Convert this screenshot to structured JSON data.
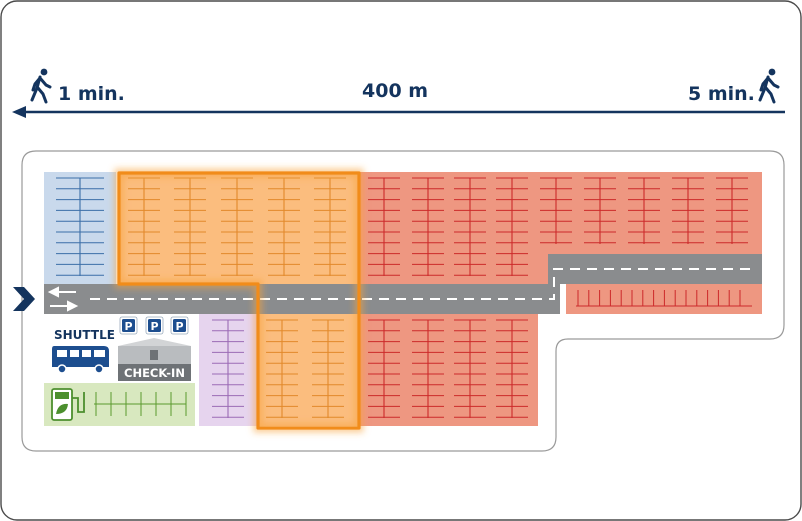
{
  "walking": {
    "left_time": "1 min.",
    "distance": "400 m",
    "right_time": "5 min."
  },
  "facilities": {
    "shuttle_label": "SHUTTLE",
    "checkin_label": "CHECK-IN",
    "parking_sign": "P",
    "parking_sign_count": 3
  },
  "colors": {
    "arrow": "#14345e",
    "road": "#8a8c8e",
    "zone_blue": "#c9d9ec",
    "zone_orange": "#fbbd7e",
    "zone_orange_highlight": "#f18c1a",
    "zone_red": "#ee9781",
    "zone_purple": "#e6d4ee",
    "zone_green": "#d8e8bf"
  },
  "icons": [
    "walking-person-icon",
    "left-arrow-icon",
    "entrance-chevron-icon",
    "parking-sign-icon",
    "shuttle-bus-icon",
    "check-in-building-icon",
    "ev-charger-icon"
  ]
}
